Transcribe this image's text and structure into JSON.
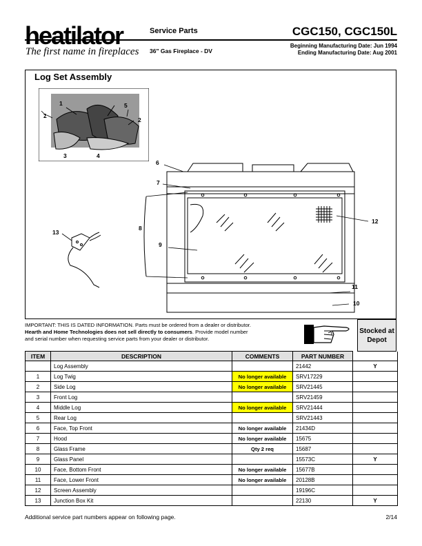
{
  "header": {
    "brand": "heatilator",
    "tagline": "The first name in fireplaces",
    "doc_type": "Service Parts",
    "product": "36\" Gas Fireplace - DV",
    "models": "CGC150, CGC150L",
    "begin_date": "Beginning Manufacturing Date: Jun 1994",
    "end_date": "Ending Manufacturing Date: Aug 2001"
  },
  "section": {
    "title": "Log Set Assembly"
  },
  "callouts": {
    "c1": "1",
    "c2a": "2",
    "c2b": "2",
    "c3": "3",
    "c4": "4",
    "c5": "5",
    "c6": "6",
    "c7": "7",
    "c8": "8",
    "c9": "9",
    "c10": "10",
    "c11": "11",
    "c12": "12",
    "c13": "13"
  },
  "notice": {
    "line1": "IMPORTANT: THIS IS DATED INFORMATION. Parts must be ordered from a dealer or distributor.",
    "line2_bold": "Hearth and Home Technologies does not sell directly to consumers",
    "line2_rest": ". Provide model number",
    "line3": "and serial number when requesting service parts from your dealer or distributor."
  },
  "stocked_header": "Stocked at Depot",
  "table": {
    "headers": {
      "item": "ITEM",
      "description": "DESCRIPTION",
      "comments": "COMMENTS",
      "part": "PART NUMBER"
    },
    "rows": [
      {
        "item": "",
        "description": "Log Assembly",
        "comment": "",
        "highlight": false,
        "part": "21442",
        "stock": "Y"
      },
      {
        "item": "1",
        "description": "Log Twig",
        "comment": "No longer available",
        "highlight": true,
        "part": "SRV17229",
        "stock": ""
      },
      {
        "item": "2",
        "description": "Side Log",
        "comment": "No longer available",
        "highlight": true,
        "part": "SRV21445",
        "stock": ""
      },
      {
        "item": "3",
        "description": "Front Log",
        "comment": "",
        "highlight": false,
        "part": "SRV21459",
        "stock": ""
      },
      {
        "item": "4",
        "description": "Middle Log",
        "comment": "No longer available",
        "highlight": true,
        "part": "SRV21444",
        "stock": ""
      },
      {
        "item": "5",
        "description": "Rear Log",
        "comment": "",
        "highlight": false,
        "part": "SRV21443",
        "stock": ""
      },
      {
        "item": "6",
        "description": "Face, Top Front",
        "comment": "No longer available",
        "highlight": false,
        "part": "21434D",
        "stock": ""
      },
      {
        "item": "7",
        "description": "Hood",
        "comment": "No longer available",
        "highlight": false,
        "part": "15675",
        "stock": ""
      },
      {
        "item": "8",
        "description": "Glass Frame",
        "comment": "Qty 2 req",
        "highlight": false,
        "part": "15687",
        "stock": ""
      },
      {
        "item": "9",
        "description": "Glass Panel",
        "comment": "",
        "highlight": false,
        "part": "15573C",
        "stock": "Y"
      },
      {
        "item": "10",
        "description": "Face, Bottom Front",
        "comment": "No longer available",
        "highlight": false,
        "part": "15677B",
        "stock": ""
      },
      {
        "item": "11",
        "description": "Face, Lower Front",
        "comment": "No longer available",
        "highlight": false,
        "part": "20128B",
        "stock": ""
      },
      {
        "item": "12",
        "description": "Screen Assembly",
        "comment": "",
        "highlight": false,
        "part": "19196C",
        "stock": ""
      },
      {
        "item": "13",
        "description": "Junction Box Kit",
        "comment": "",
        "highlight": false,
        "part": "22130",
        "stock": "Y"
      }
    ]
  },
  "footer": {
    "note": "Additional service part numbers appear on following page.",
    "page": "2/14"
  }
}
